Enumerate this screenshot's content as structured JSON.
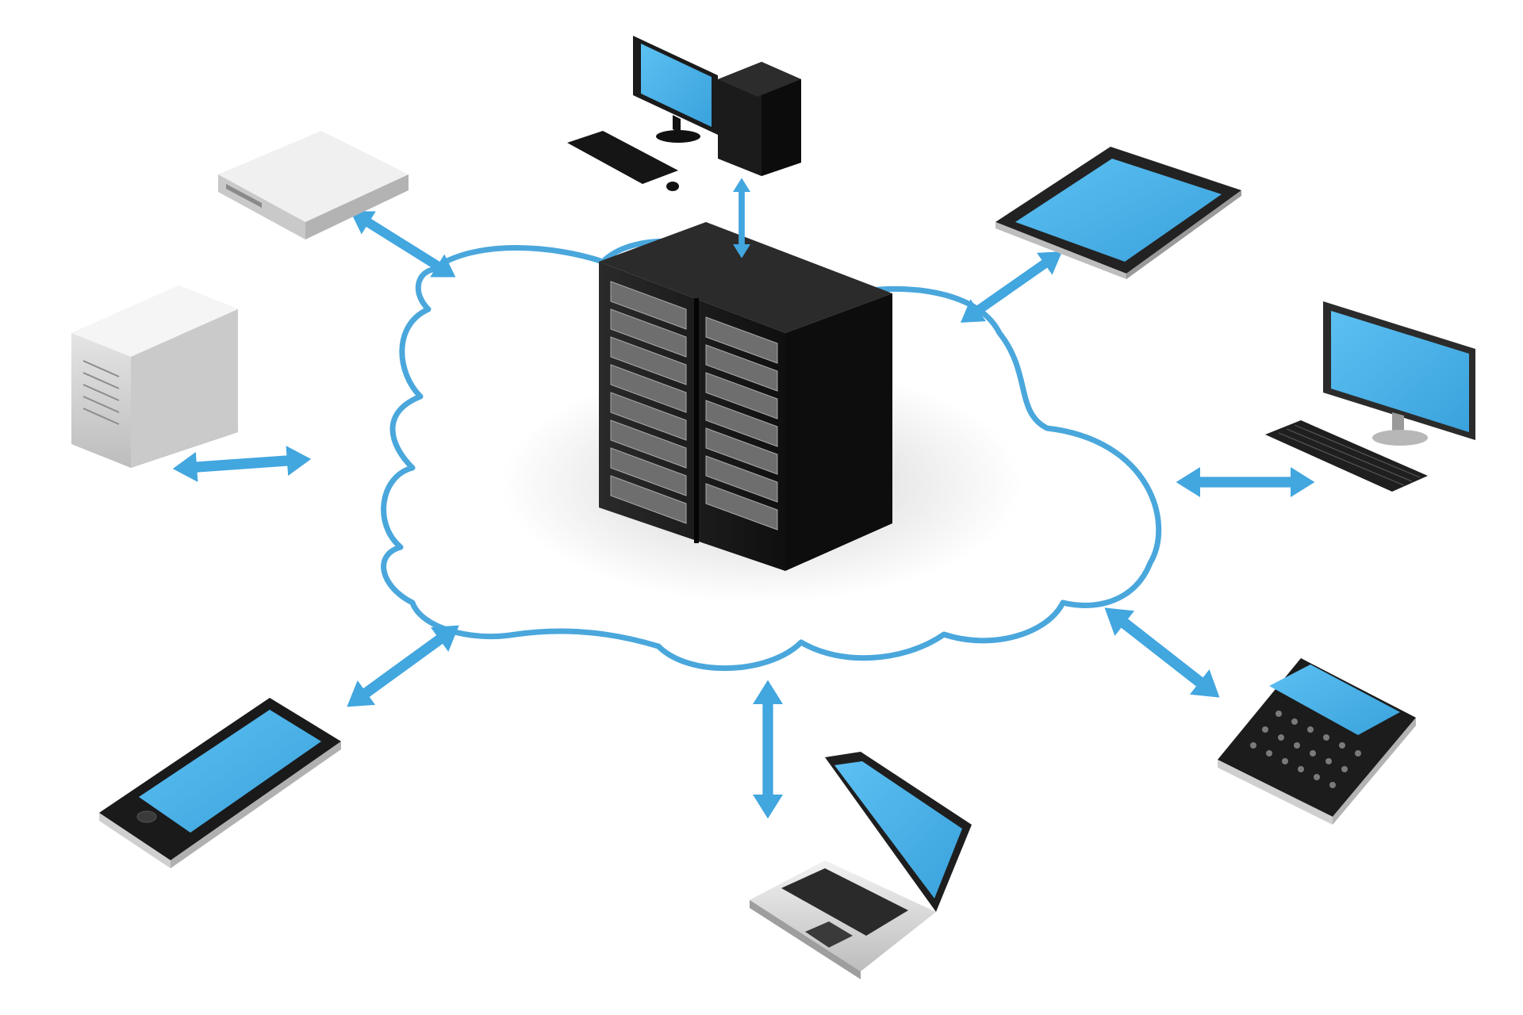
{
  "colors": {
    "background": "#ffffff",
    "cloud_outline": "#4aa7dc",
    "arrow": "#42a6df",
    "screen": "#4cb3ea",
    "device_dark": "#1b1b1b",
    "device_light": "#d9d9d9",
    "rack": "#171717"
  },
  "diagram": {
    "hub": {
      "name": "server-rack",
      "icon": "server-rack-icon"
    },
    "nodes": [
      {
        "name": "desktop-computer",
        "icon": "desktop-computer-icon"
      },
      {
        "name": "tablet",
        "icon": "tablet-icon"
      },
      {
        "name": "monitor-keyboard",
        "icon": "monitor-keyboard-icon"
      },
      {
        "name": "smartphone-keyboard",
        "icon": "smartphone-keyboard-icon"
      },
      {
        "name": "laptop",
        "icon": "laptop-icon"
      },
      {
        "name": "smartphone",
        "icon": "smartphone-icon"
      },
      {
        "name": "tower-server",
        "icon": "tower-server-icon"
      },
      {
        "name": "network-appliance",
        "icon": "network-appliance-icon"
      }
    ]
  }
}
